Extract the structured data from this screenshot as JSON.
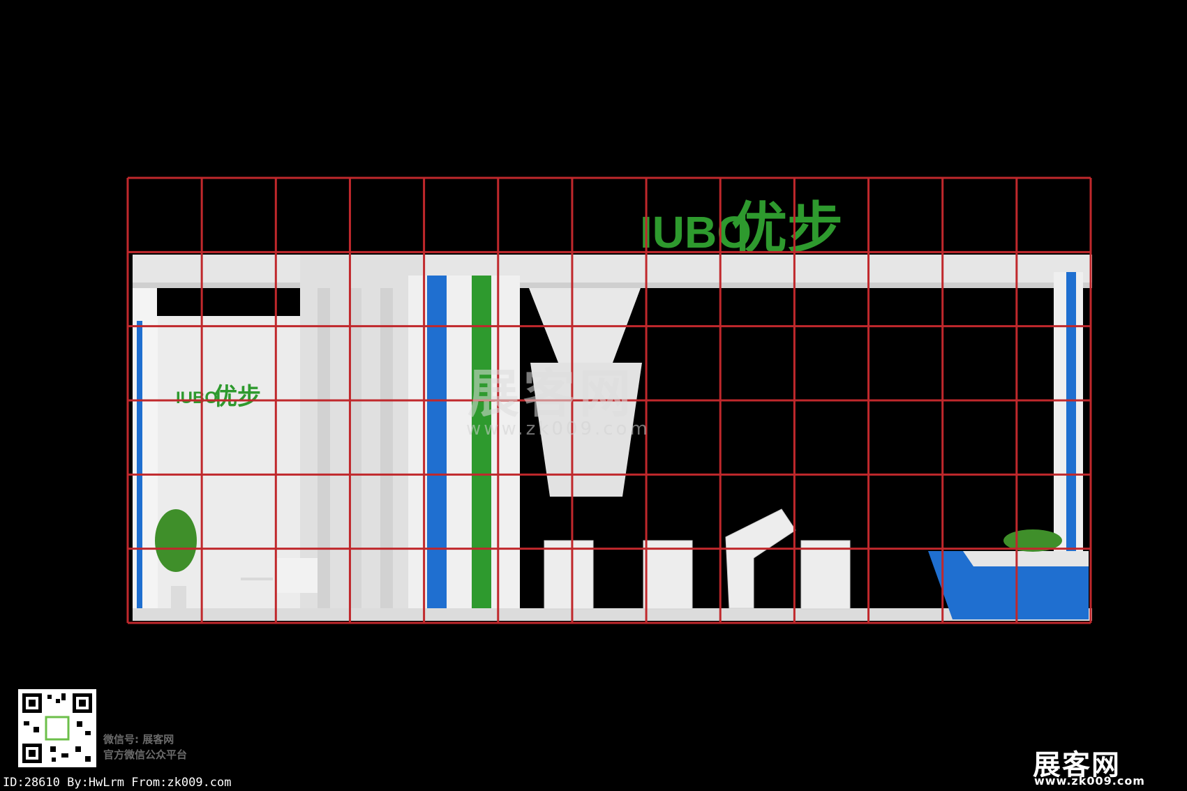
{
  "booth": {
    "top_sign_latin": "IUBO",
    "top_sign_cn": "优步",
    "wall_sign_latin": "IUBO",
    "wall_sign_cn": "优步",
    "colors": {
      "background": "#000000",
      "grid": "#c0282c",
      "brand_green": "#2e9a2e",
      "brand_blue": "#1f6fd0",
      "wall": "#e8e8e8"
    }
  },
  "watermark": {
    "center_text": "展客网",
    "center_url": "www.zk009.com"
  },
  "footer": {
    "wechat_line1": "微信号: 展客网",
    "wechat_line2": "官方微信公众平台",
    "id_line": "ID:28610 By:HwLrm From:zk009.com",
    "brand_cn": "展客网",
    "brand_url": "www.zk009.com",
    "qr_icon": "qr-code-icon"
  }
}
